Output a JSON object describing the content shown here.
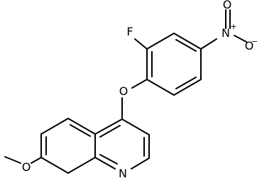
{
  "molecule": {
    "atoms": {
      "fluorine": "F",
      "nitro_nitrogen": "N",
      "nitro_oxygen_top": "O",
      "nitro_oxygen_right": "O",
      "ether_oxygen": "O",
      "methoxy_oxygen": "O",
      "ring_nitrogen": "N"
    },
    "charges": {
      "nitro_nitrogen": "+",
      "nitro_oxygen_right": "−"
    },
    "line_color": "#000000",
    "background": "#ffffff"
  }
}
